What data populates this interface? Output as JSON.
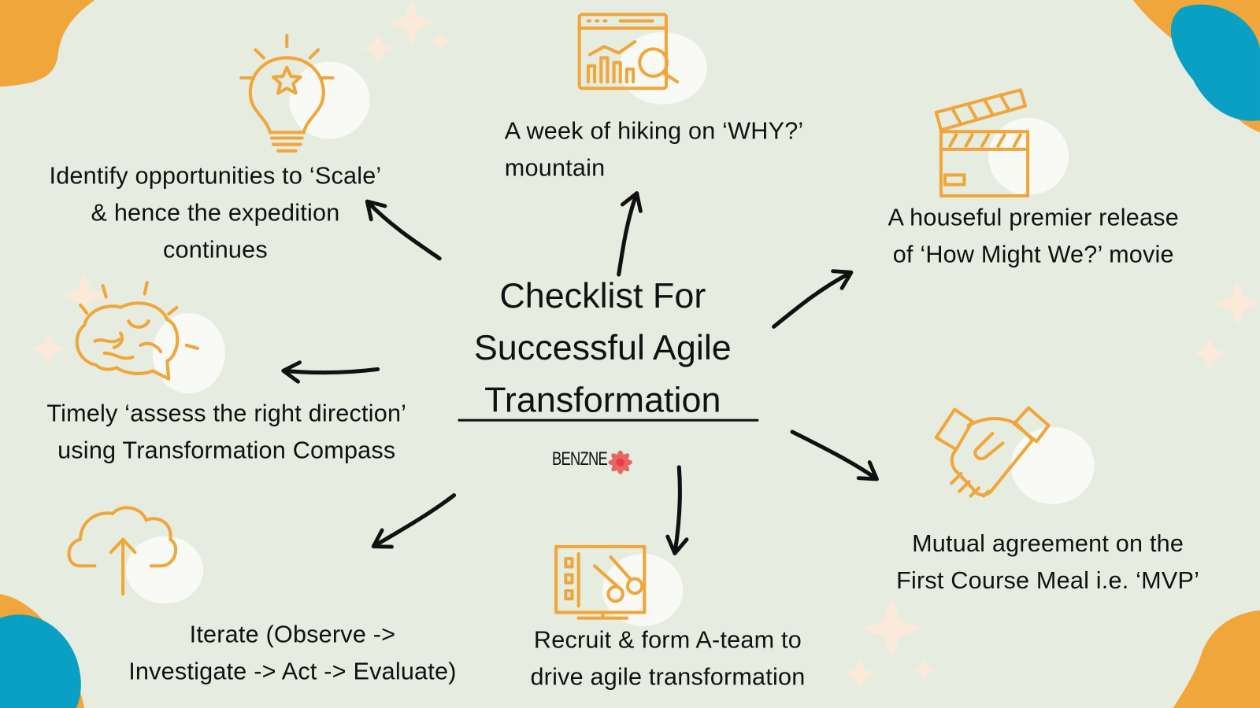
{
  "title": {
    "lines": [
      "Checklist For",
      "Successful Agile",
      "Transformation"
    ]
  },
  "logo": {
    "text": "BENZNE"
  },
  "items": [
    {
      "lines": [
        "Identify opportunities to ‘Scale’",
        "& hence the expedition",
        "continues"
      ],
      "icon": "lightbulb-star-icon"
    },
    {
      "lines": [
        "A week of hiking on ‘WHY?’",
        "mountain"
      ],
      "icon": "analytics-search-icon"
    },
    {
      "lines": [
        "A houseful premier release",
        "of ‘How Might We?’ movie"
      ],
      "icon": "clapperboard-icon"
    },
    {
      "lines": [
        "Timely ‘assess the right direction’",
        "using Transformation Compass"
      ],
      "icon": "brain-icon"
    },
    {
      "lines": [
        "Iterate (Observe ->",
        "Investigate -> Act -> Evaluate)"
      ],
      "icon": "cloud-upload-icon"
    },
    {
      "lines": [
        "Recruit & form A-team to",
        "drive agile transformation"
      ],
      "icon": "video-editing-icon"
    },
    {
      "lines": [
        "Mutual agreement on the",
        "First Course Meal i.e. ‘MVP’"
      ],
      "icon": "handshake-icon"
    }
  ],
  "colors": {
    "background": "#e6ede0",
    "orange": "#f0a63a",
    "blue": "#0aa0c4",
    "text": "#111111",
    "logo_flower": "#e8363a"
  }
}
